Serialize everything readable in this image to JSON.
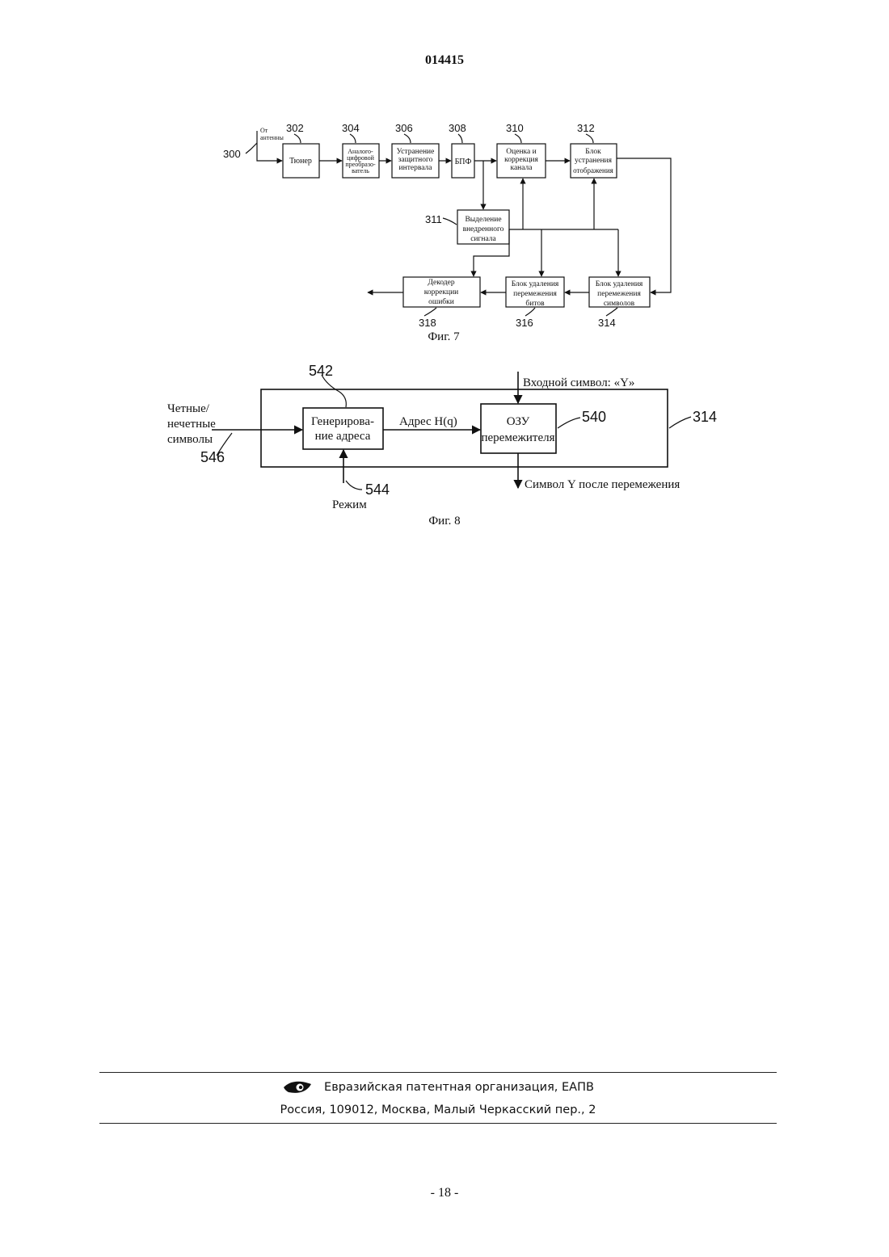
{
  "header": {
    "document_number": "014415"
  },
  "fig7": {
    "caption": "Фиг. 7",
    "source_label_line1": "От",
    "source_label_line2": "антенны",
    "blocks": {
      "b300": "300",
      "b302": {
        "num": "302",
        "label": "Тюнер"
      },
      "b304": {
        "num": "304",
        "line1": "Аналого-",
        "line2": "цифровой",
        "line3": "преобразо-",
        "line4": "ватель"
      },
      "b306": {
        "num": "306",
        "line1": "Устранение",
        "line2": "защитного",
        "line3": "интервала"
      },
      "b308": {
        "num": "308",
        "label": "БПФ"
      },
      "b310": {
        "num": "310",
        "line1": "Оценка и",
        "line2": "коррекция",
        "line3": "канала"
      },
      "b312": {
        "num": "312",
        "line1": "Блок",
        "line2": "устранения",
        "line3": "отображения"
      },
      "b311": {
        "num": "311",
        "line1": "Выделение",
        "line2": "внедренного",
        "line3": "сигнала"
      },
      "b318": {
        "num": "318",
        "line1": "Декодер",
        "line2": "коррекции",
        "line3": "ошибки"
      },
      "b316": {
        "num": "316",
        "line1": "Блок удаления",
        "line2": "перемежения",
        "line3": "битов"
      },
      "b314": {
        "num": "314",
        "line1": "Блок удаления",
        "line2": "перемежения",
        "line3": "символов"
      }
    }
  },
  "fig8": {
    "caption": "Фиг. 8",
    "outer_num": "314",
    "addr_gen": {
      "num": "542",
      "line1": "Генерирова-",
      "line2": "ние адреса"
    },
    "ram": {
      "num": "540",
      "line1": "ОЗУ",
      "line2": "перемежителя"
    },
    "input_symbol": "Входной символ: «Y»",
    "address_label": "Адрес H(q)",
    "even_odd_line1": "Четные/",
    "even_odd_line2": "нечетные",
    "even_odd_line3": "символы",
    "even_odd_num": "546",
    "mode_label": "Режим",
    "mode_num": "544",
    "output_symbol": "Символ Y после перемежения"
  },
  "footer": {
    "org_line": "Евразийская патентная организация, ЕАПВ",
    "address_line": "Россия, 109012, Москва, Малый Черкасский пер., 2"
  },
  "page": {
    "number": "- 18 -"
  }
}
